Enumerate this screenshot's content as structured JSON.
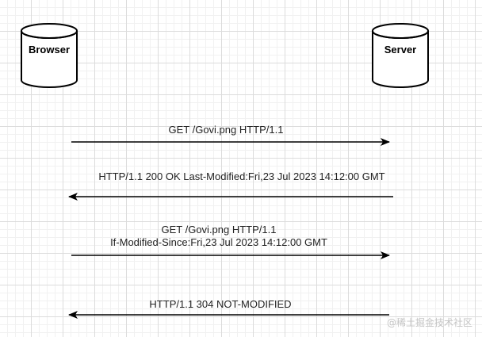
{
  "nodes": {
    "browser": {
      "label": "Browser"
    },
    "server": {
      "label": "Server"
    }
  },
  "messages": [
    {
      "direction": "browser-to-server",
      "lines": [
        "GET /Govi.png  HTTP/1.1"
      ]
    },
    {
      "direction": "server-to-browser",
      "lines": [
        "HTTP/1.1 200 OK Last-Modified:Fri,23 Jul 2023 14:12:00 GMT"
      ]
    },
    {
      "direction": "browser-to-server",
      "lines": [
        "GET /Govi.png  HTTP/1.1",
        "If-Modified-Since:Fri,23 Jul 2023 14:12:00 GMT"
      ]
    },
    {
      "direction": "server-to-browser",
      "lines": [
        "HTTP/1.1 304 NOT-MODIFIED"
      ]
    }
  ],
  "watermark": "@稀土掘金技术社区"
}
